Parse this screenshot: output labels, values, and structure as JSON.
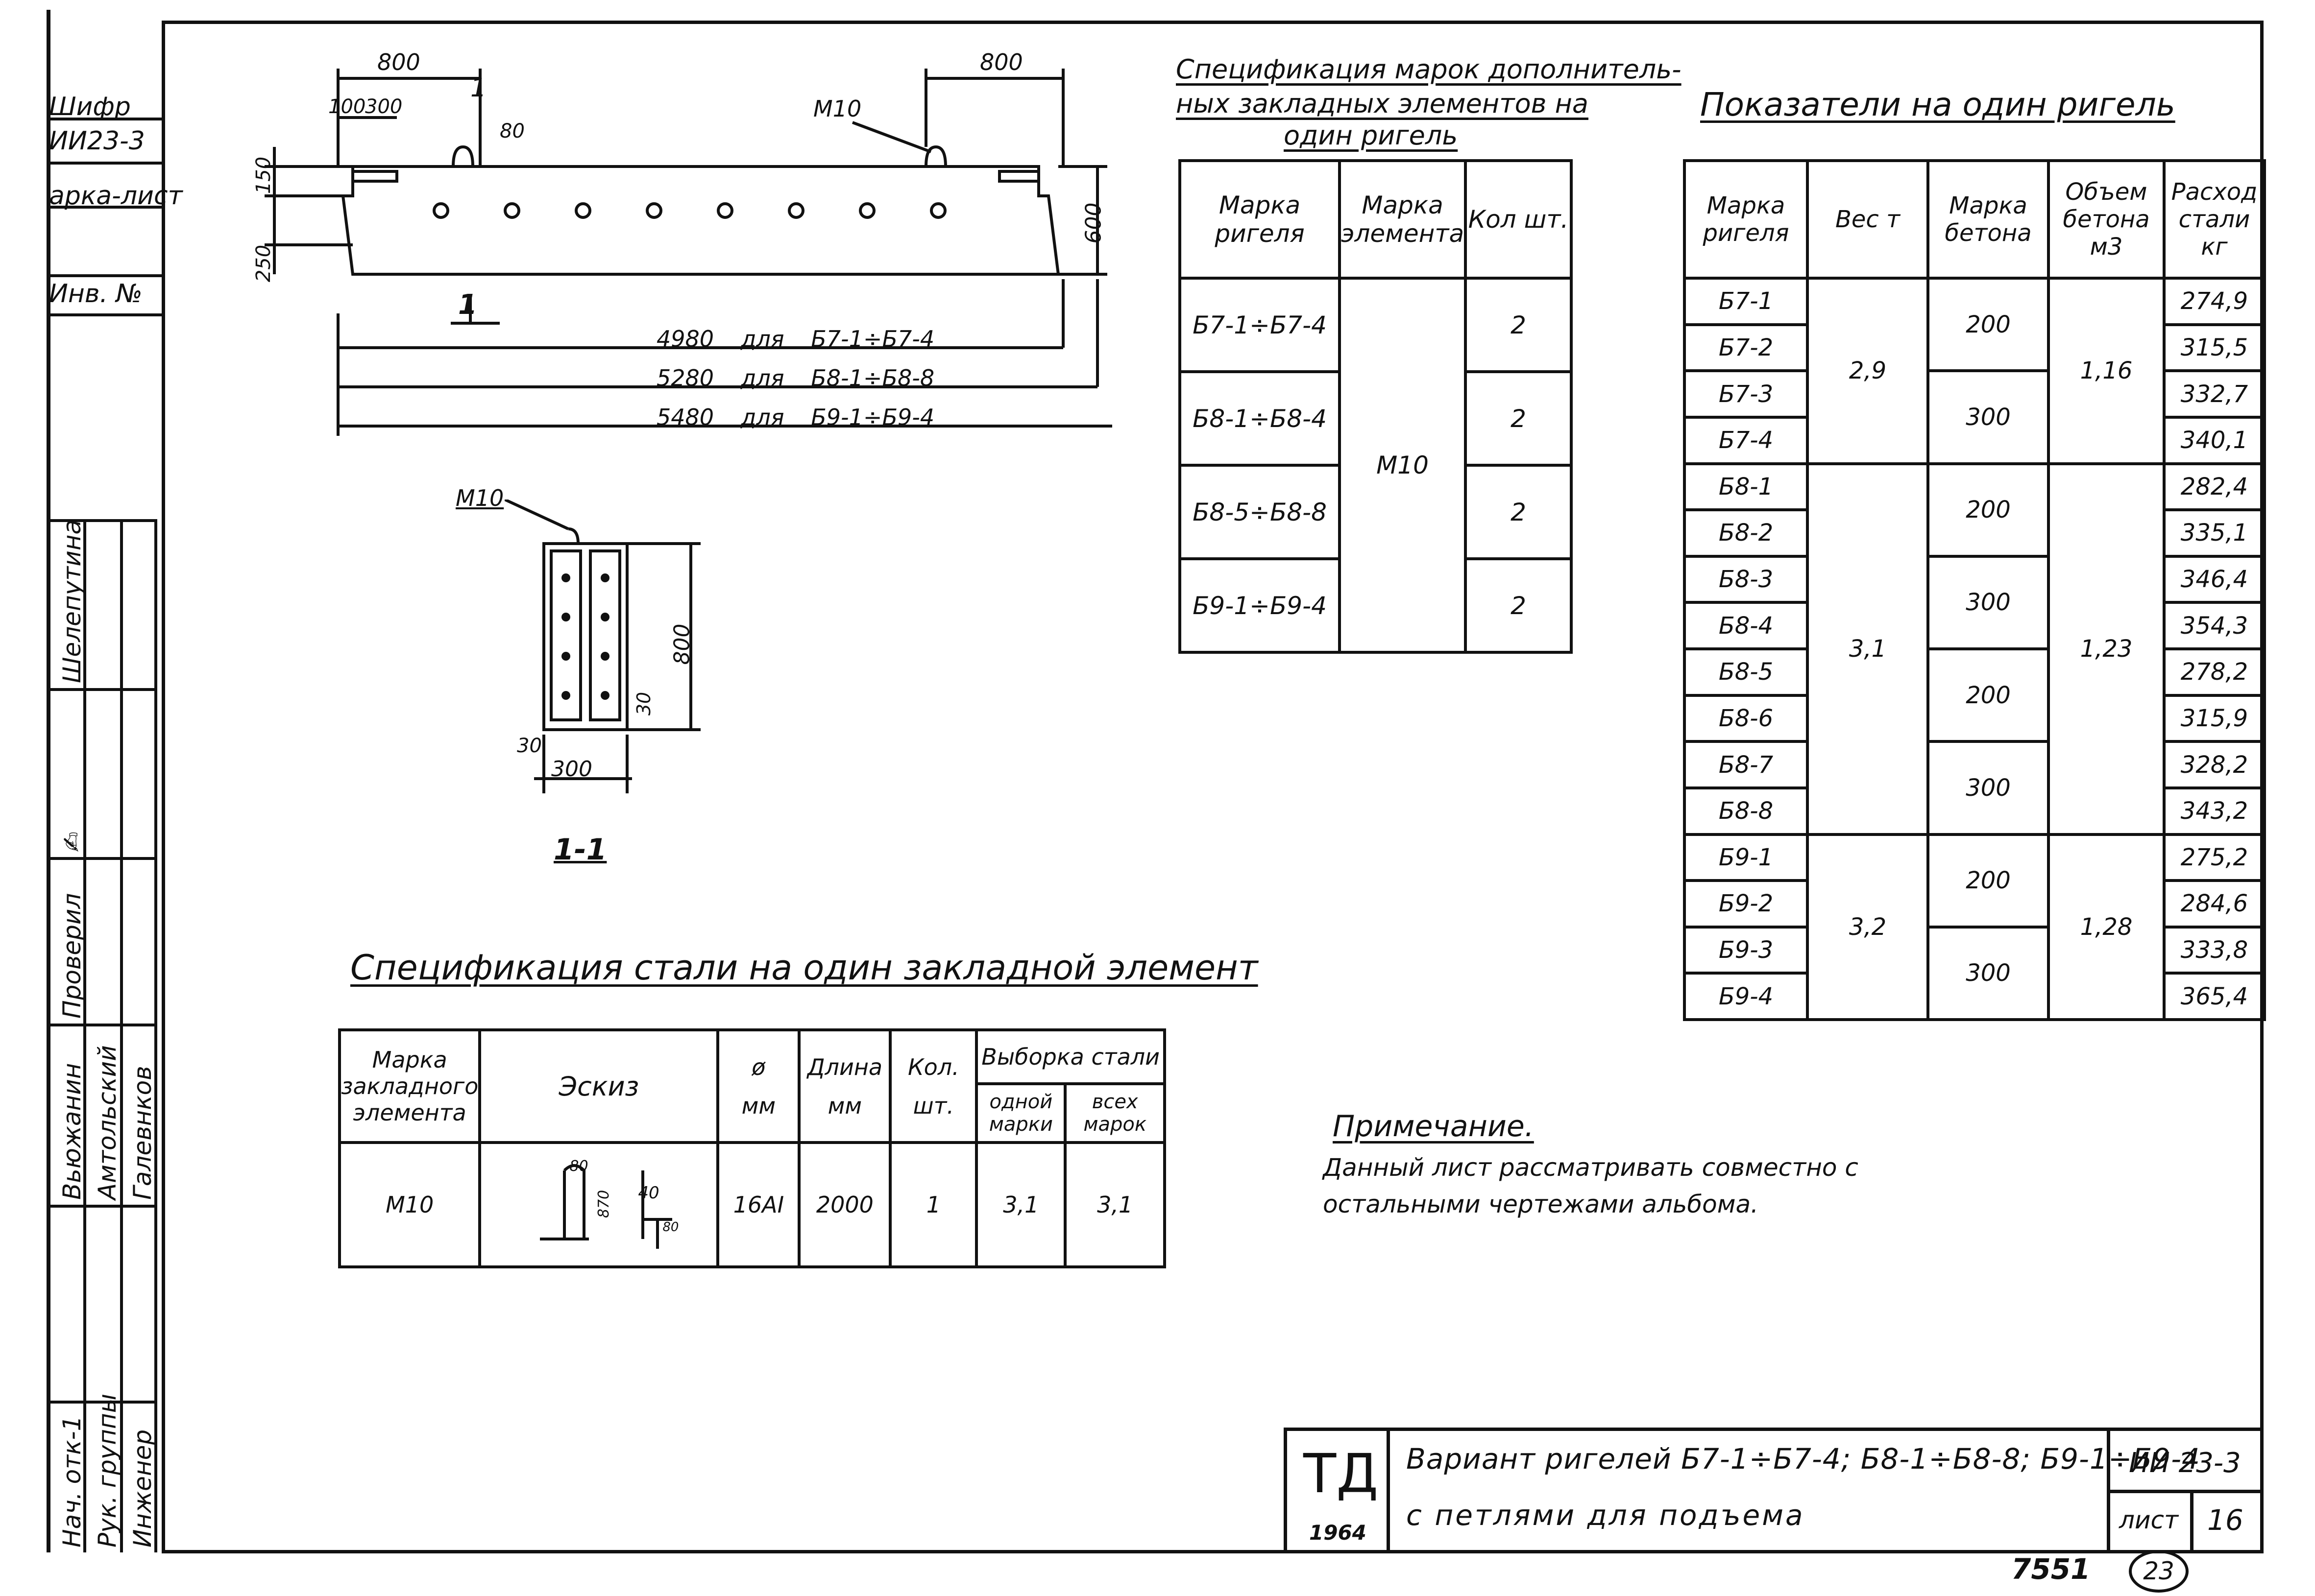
{
  "side_strip": {
    "shifr_label": "Шифр",
    "shifr_value": "ИИ23-3",
    "marka_list": "арка-лист",
    "inv_no": "Инв. №",
    "roles": [
      "Нач. отк-1",
      "Рук. группы",
      "Инженер"
    ],
    "names": [
      "Вьюжанин",
      "Амтольский",
      "Галевнков"
    ],
    "checkers": [
      "Шелепутина",
      "Проверил"
    ]
  },
  "elevation": {
    "dims_top": [
      "800",
      "100",
      "300",
      "1",
      "80",
      "800",
      "М10"
    ],
    "dims_left": [
      "150",
      "250"
    ],
    "dim_right": "600",
    "section_mark": "1",
    "lengths": [
      {
        "value": "4980",
        "for": "для",
        "range": "Б7-1÷Б7-4"
      },
      {
        "value": "5280",
        "for": "для",
        "range": "Б8-1÷Б8-8"
      },
      {
        "value": "5480",
        "for": "для",
        "range": "Б9-1÷Б9-4"
      }
    ]
  },
  "section": {
    "label_m10": "М10",
    "dim_800": "800",
    "dim_30a": "30",
    "dim_30b": "30",
    "dim_300": "300",
    "title": "1-1"
  },
  "spec_extra": {
    "title_lines": [
      "Спецификация марок дополнитель-",
      "ных закладных элементов на",
      "один ригель"
    ],
    "headers": [
      "Марка ригеля",
      "Марка элемента",
      "Кол шт."
    ],
    "rows": [
      {
        "marka": "Б7-1÷Б7-4",
        "kol": "2"
      },
      {
        "marka": "Б8-1÷Б8-4",
        "kol": "2"
      },
      {
        "marka": "Б8-5÷Б8-8",
        "kol": "2"
      },
      {
        "marka": "Б9-1÷Б9-4",
        "kol": "2"
      }
    ],
    "element": "М10"
  },
  "indicators": {
    "title": "Показатели на один ригель",
    "headers": [
      "Марка ригеля",
      "Вес т",
      "Марка бетона",
      "Объем бетона м3",
      "Расход стали кг"
    ],
    "rows": [
      {
        "marka": "Б7-1",
        "steel": "274,9"
      },
      {
        "marka": "Б7-2",
        "steel": "315,5"
      },
      {
        "marka": "Б7-3",
        "steel": "332,7"
      },
      {
        "marka": "Б7-4",
        "steel": "340,1"
      },
      {
        "marka": "Б8-1",
        "steel": "282,4"
      },
      {
        "marka": "Б8-2",
        "steel": "335,1"
      },
      {
        "marka": "Б8-3",
        "steel": "346,4"
      },
      {
        "marka": "Б8-4",
        "steel": "354,3"
      },
      {
        "marka": "Б8-5",
        "steel": "278,2"
      },
      {
        "marka": "Б8-6",
        "steel": "315,9"
      },
      {
        "marka": "Б8-7",
        "steel": "328,2"
      },
      {
        "marka": "Б8-8",
        "steel": "343,2"
      },
      {
        "marka": "Б9-1",
        "steel": "275,2"
      },
      {
        "marka": "Б9-2",
        "steel": "284,6"
      },
      {
        "marka": "Б9-3",
        "steel": "333,8"
      },
      {
        "marka": "Б9-4",
        "steel": "365,4"
      }
    ],
    "weights": [
      "2,9",
      "3,1",
      "3,2"
    ],
    "concrete_grades": [
      "200",
      "300",
      "200",
      "300",
      "200",
      "300",
      "200",
      "300"
    ],
    "volumes": [
      "1,16",
      "1,23",
      "1,28"
    ]
  },
  "spec_steel": {
    "title": "Спецификация стали на один закладной элемент",
    "headers": {
      "marka": "Марка закладного элемента",
      "sketch": "Эскиз",
      "dia": "ø",
      "dia_unit": "мм",
      "length": "Длина",
      "length_unit": "мм",
      "qty": "Кол.",
      "qty_unit": "шт.",
      "selection": "Выборка стали",
      "one": "одной марки",
      "all": "всех марок"
    },
    "row": {
      "marka": "М10",
      "dia": "16АI",
      "length": "2000",
      "qty": "1",
      "one": "3,1",
      "all": "3,1"
    },
    "sketch_dims": [
      "80",
      "870",
      "40",
      "80"
    ]
  },
  "note": {
    "title": "Примечание.",
    "lines": [
      "Данный лист рассматривать совместно с",
      "остальными чертежами альбома."
    ]
  },
  "title_block": {
    "logo": "ТД",
    "year": "1964",
    "line1": "Вариант ригелей Б7-1÷Б7-4; Б8-1÷Б8-8; Б9-1÷Б9-4",
    "line2": "с петлями для подъема",
    "code": "ИИ 23-3",
    "sheet_label": "лист",
    "sheet_no": "16"
  },
  "footer": {
    "number": "7551",
    "circled": "23"
  }
}
